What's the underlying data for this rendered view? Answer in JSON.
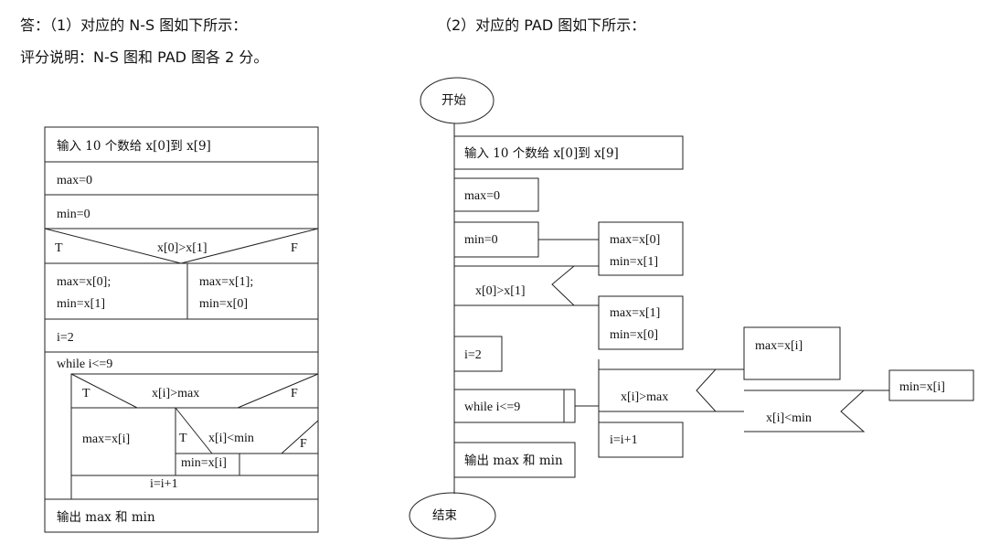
{
  "header": {
    "line1": "答：（1）对应的 N-S 图如下所示：",
    "line2": "评分说明：N-S 图和 PAD 图各 2 分。",
    "right": "（2）对应的 PAD 图如下所示："
  },
  "ns": {
    "input": "输入 10 个数给 x[0]到 x[9]",
    "max0": "max=0",
    "min0": "min=0",
    "cond1": {
      "t": "T",
      "expr": "x[0]>x[1]",
      "f": "F"
    },
    "left1": {
      "l1": "max=x[0];",
      "l2": "min=x[1]"
    },
    "right1": {
      "l1": "max=x[1];",
      "l2": "min=x[0]"
    },
    "i2": "i=2",
    "loop": "while i<=9",
    "cond2": {
      "t": "T",
      "expr": "x[i]>max",
      "f": "F"
    },
    "maxxi": "max=x[i]",
    "cond3": {
      "t": "T",
      "expr": "x[i]<min",
      "f": "F"
    },
    "minxi": "min=x[i]",
    "inc": "i=i+1",
    "output": "输出 max 和 min"
  },
  "pad": {
    "start": "开始",
    "end": "结束",
    "input": "输入 10 个数给 x[0]到 x[9]",
    "max0": "max=0",
    "min0": "min=0",
    "cond1": "x[0]>x[1]",
    "true1": {
      "l1": "max=x[0]",
      "l2": "min=x[1]"
    },
    "false1": {
      "l1": "max=x[1]",
      "l2": "min=x[0]"
    },
    "i2": "i=2",
    "loop": "while i<=9",
    "cond2": "x[i]>max",
    "maxxi": "max=x[i]",
    "cond3": "x[i]<min",
    "minxi": "min=x[i]",
    "inc": "i=i+1",
    "output": "输出 max 和 min"
  }
}
